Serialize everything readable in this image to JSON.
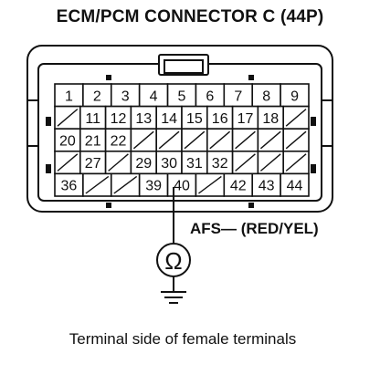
{
  "title": "ECM/PCM CONNECTOR C (44P)",
  "wire_label": "AFS— (RED/YEL)",
  "caption": "Terminal side of female terminals",
  "meter_symbol": "Ω",
  "rows": [
    [
      "1",
      "2",
      "3",
      "4",
      "5",
      "6",
      "7",
      "8",
      "9"
    ],
    [
      "",
      "11",
      "12",
      "13",
      "14",
      "15",
      "16",
      "17",
      "18",
      ""
    ],
    [
      "20",
      "21",
      "22",
      "",
      "",
      "",
      "",
      "",
      "",
      ""
    ],
    [
      "",
      "27",
      "",
      "29",
      "30",
      "31",
      "32",
      "",
      "",
      ""
    ],
    [
      "36",
      "",
      "",
      "39",
      "40",
      "",
      "42",
      "43",
      "44"
    ]
  ],
  "probe_terminal": "40"
}
